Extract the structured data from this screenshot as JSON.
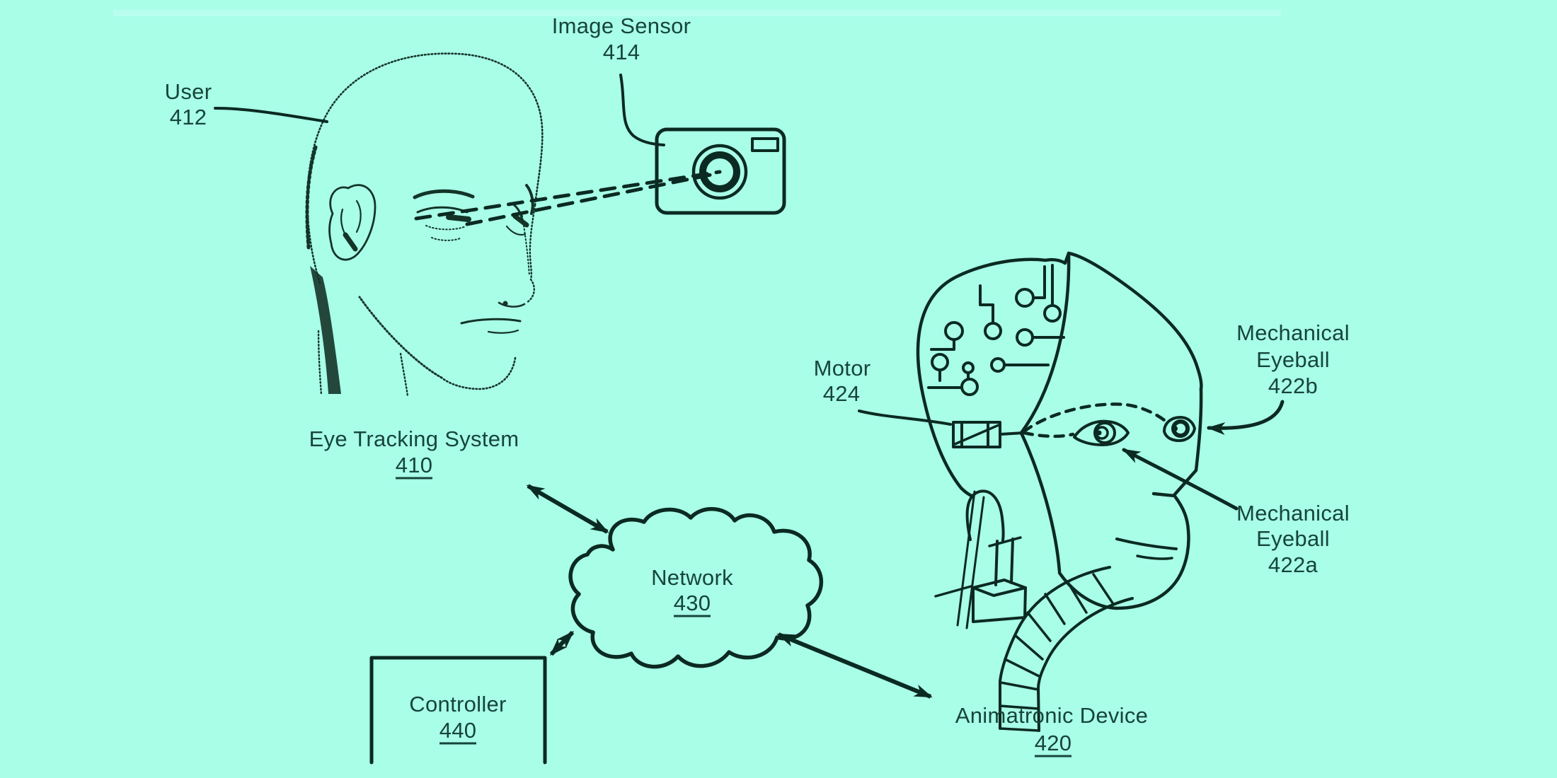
{
  "figure": {
    "type": "patent-diagram",
    "background_color": "#a9fee8",
    "ink_color": "#0b2a21",
    "text_color": "#16453a"
  },
  "labels": {
    "user": {
      "name": "User",
      "ref": "412"
    },
    "image_sensor": {
      "name": "Image Sensor",
      "ref": "414"
    },
    "eye_tracking_system": {
      "name": "Eye Tracking System",
      "ref": "410"
    },
    "network": {
      "name": "Network",
      "ref": "430"
    },
    "controller": {
      "name": "Controller",
      "ref": "440"
    },
    "motor": {
      "name": "Motor",
      "ref": "424"
    },
    "mechanical_eyeball_b": {
      "line1": "Mechanical",
      "line2": "Eyeball",
      "ref": "422b"
    },
    "mechanical_eyeball_a": {
      "line1": "Mechanical",
      "line2": "Eyeball",
      "ref": "422a"
    },
    "animatronic_device": {
      "name": "Animatronic Device",
      "ref": "420"
    }
  }
}
